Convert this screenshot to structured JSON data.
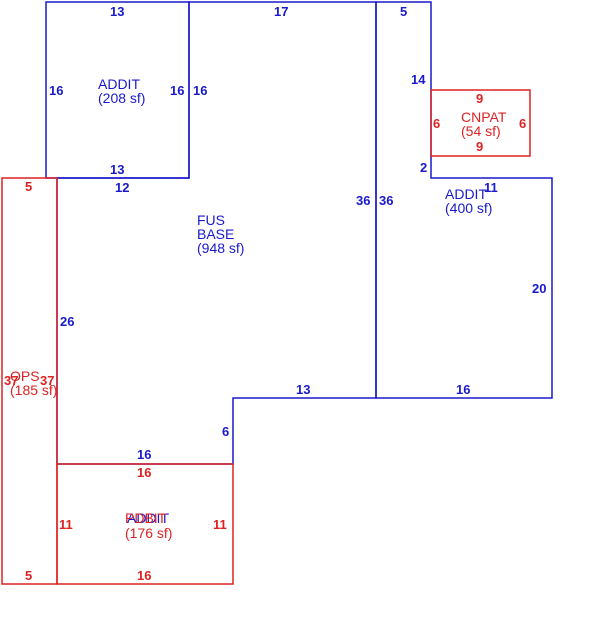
{
  "colors": {
    "blue": "#1a1acc",
    "red": "#dd2222"
  },
  "areas": {
    "addit_top": {
      "name": "ADDIT",
      "area": "(208 sf)"
    },
    "fus_base": {
      "name_line1": "FUS",
      "name_line2": "BASE",
      "area": "(948 sf)"
    },
    "addit_right": {
      "name": "ADDIT",
      "area": "(400 sf)"
    },
    "cnpat": {
      "name": "CNPAT",
      "area": "(54 sf)"
    },
    "ops": {
      "name": "OPS",
      "area": "(185 sf)"
    },
    "addit_bottom_blue": {
      "name": "ADDIT"
    },
    "pdbit_bottom_red": {
      "name": "PDBIT",
      "area": "(176 sf)"
    }
  },
  "dims": {
    "addit_top_top": "13",
    "addit_top_left": "16",
    "addit_top_right_in": "16",
    "addit_top_right_out": "16",
    "addit_top_bottom": "13",
    "fus_top": "17",
    "fus_top_left": "12",
    "fus_left": "26",
    "fus_right_in": "36",
    "fus_right_out": "36",
    "fus_step_bottom": "13",
    "fus_step_right": "6",
    "fus_bottom": "16",
    "right_top": "5",
    "right_upper_left": "14",
    "right_small_step": "2",
    "right_shelf": "11",
    "right_right": "20",
    "right_bottom": "16",
    "cnpat_top": "9",
    "cnpat_left": "6",
    "cnpat_right": "6",
    "cnpat_bottom": "9",
    "ops_top": "5",
    "ops_left": "37",
    "ops_right": "37",
    "ops_bottom": "5",
    "bottom_top": "16",
    "bottom_left": "11",
    "bottom_right": "11",
    "bottom_bottom": "16"
  }
}
